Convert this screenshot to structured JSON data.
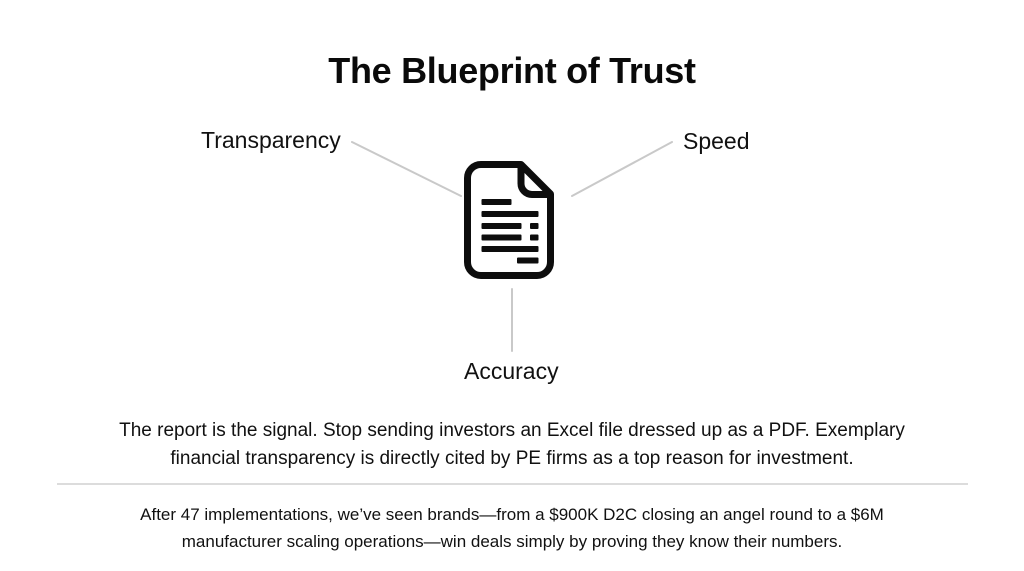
{
  "title": "The Blueprint of Trust",
  "diagram": {
    "icon": "document-icon",
    "nodes": [
      {
        "id": "transparency",
        "label": "Transparency"
      },
      {
        "id": "speed",
        "label": "Speed"
      },
      {
        "id": "accuracy",
        "label": "Accuracy"
      }
    ]
  },
  "paragraph": {
    "lines": [
      "The report is the signal. Stop sending investors an Excel file dressed up as a PDF. Exemplary",
      "financial transparency is directly cited by PE firms as a top reason for investment."
    ]
  },
  "footer": {
    "lines": [
      "After 47 implementations, we’ve seen brands—from a $900K D2C closing an angel round to a $6M",
      "manufacturer scaling operations—win deals simply by proving they know their numbers."
    ]
  },
  "colors": {
    "background": "#ffffff",
    "text": "#111111",
    "title": "#0a0a0a",
    "icon": "#0d0d0d",
    "connector": "#c9c9c9",
    "divider": "#dcdcdc"
  }
}
